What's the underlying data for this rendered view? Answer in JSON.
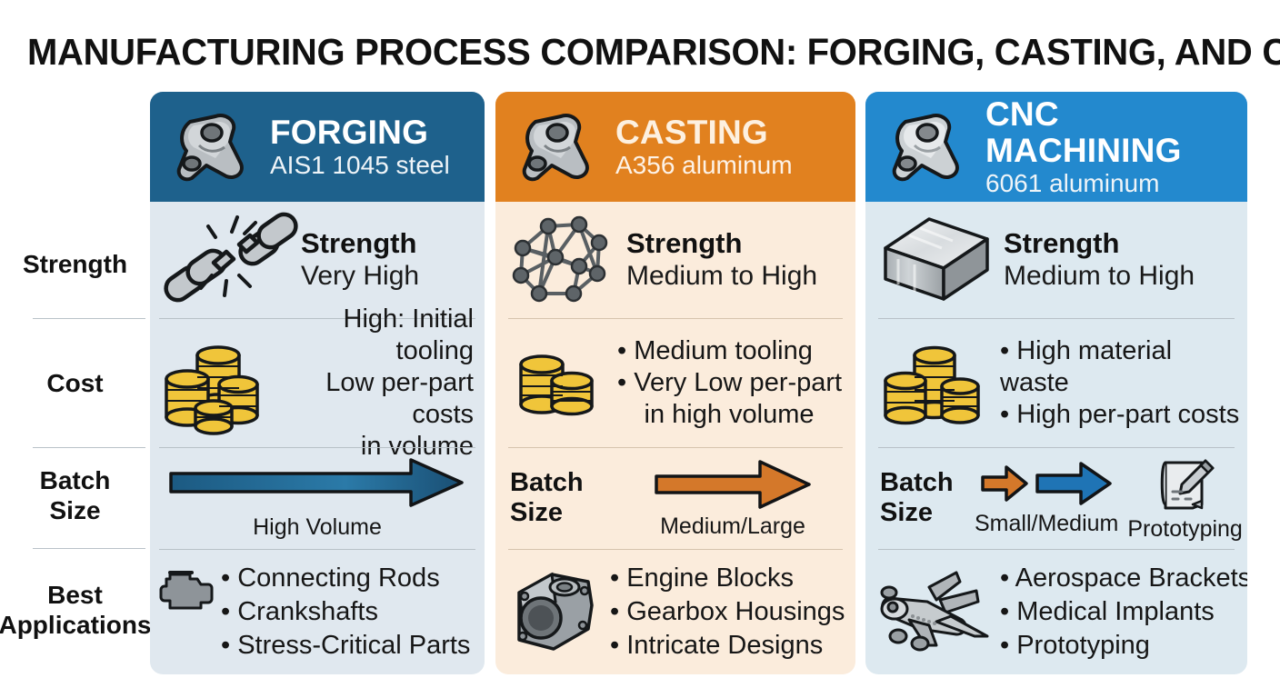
{
  "title": "MANUFACTURING PROCESS COMPARISON: FORGING, CASTING, AND CNC MACHINING",
  "row_labels": {
    "strength": "Strength",
    "cost": "Cost",
    "batch_size_line1": "Batch",
    "batch_size_line2": "Size",
    "apps_line1": "Best",
    "apps_line2": "Applications"
  },
  "colors": {
    "forging_header": "#1e618c",
    "forging_body": "#e0e8ef",
    "casting_header": "#e1811f",
    "casting_body": "#fbecdc",
    "cnc_header": "#2389ce",
    "cnc_body": "#dde9f0",
    "arrow_blue_dark": "#1d5f8a",
    "arrow_blue": "#1f74b5",
    "arrow_orange": "#d4782a",
    "coin_gold": "#f2c93c",
    "metal_gray": "#b4b9bd"
  },
  "columns": [
    {
      "id": "forging",
      "title": "FORGING",
      "subtitle": "AIS1 1045 steel",
      "header_icon": "forged-part-icon",
      "strength": {
        "icon": "breaking-chain-icon",
        "label": "Strength",
        "value": "Very High"
      },
      "cost": {
        "icon": "coin-stacks-large-icon",
        "lines": [
          "High: Initial tooling",
          "Low per-part costs",
          "in volume"
        ],
        "bulleted": false,
        "align": "right"
      },
      "batch": {
        "show_inline_label": false,
        "arrows": [
          {
            "name": "long-blue-arrow",
            "caption": "High Volume",
            "size": "long",
            "color": "#1d5f8a"
          }
        ]
      },
      "apps": {
        "icon": "engine-block-icon",
        "items": [
          "Connecting Rods",
          "Crankshafts",
          "Stress-Critical Parts"
        ]
      }
    },
    {
      "id": "casting",
      "title": "CASTING",
      "subtitle": "A356 aluminum",
      "header_icon": "cast-part-icon",
      "strength": {
        "icon": "crystal-lattice-icon",
        "label": "Strength",
        "value": "Medium to High"
      },
      "cost": {
        "icon": "coin-stacks-small-icon",
        "lines": [
          "Medium tooling",
          "Very Low per-part",
          "in high volume"
        ],
        "bulleted": true,
        "align": "center"
      },
      "batch": {
        "show_inline_label": true,
        "arrows": [
          {
            "name": "medium-orange-arrow",
            "caption": "Medium/Large",
            "size": "medium",
            "color": "#d4782a"
          }
        ]
      },
      "apps": {
        "icon": "gearbox-housing-icon",
        "items": [
          "Engine Blocks",
          "Gearbox Housings",
          "Intricate Designs"
        ]
      }
    },
    {
      "id": "cnc",
      "title": "CNC MACHINING",
      "subtitle": "6061 aluminum",
      "header_icon": "machined-part-icon",
      "strength": {
        "icon": "metal-billet-icon",
        "label": "Strength",
        "value": "Medium to High"
      },
      "cost": {
        "icon": "coin-stacks-medium-icon",
        "lines": [
          "High material waste",
          "High per-part costs"
        ],
        "bulleted": true,
        "align": "left"
      },
      "batch": {
        "show_inline_label": true,
        "arrows": [
          {
            "name": "small-orange-arrow",
            "caption": "",
            "size": "small",
            "color": "#d4782a"
          },
          {
            "name": "medium-blue-arrow",
            "caption": "Small/Medium",
            "size": "medium",
            "color": "#1f74b5"
          }
        ],
        "extra_icon": {
          "name": "blueprint-pencil-icon",
          "caption": "Prototyping"
        }
      },
      "apps": {
        "icon": "airplane-icon",
        "items": [
          "Aerospace Brackets",
          "Medical Implants",
          "Prototyping"
        ]
      }
    }
  ]
}
